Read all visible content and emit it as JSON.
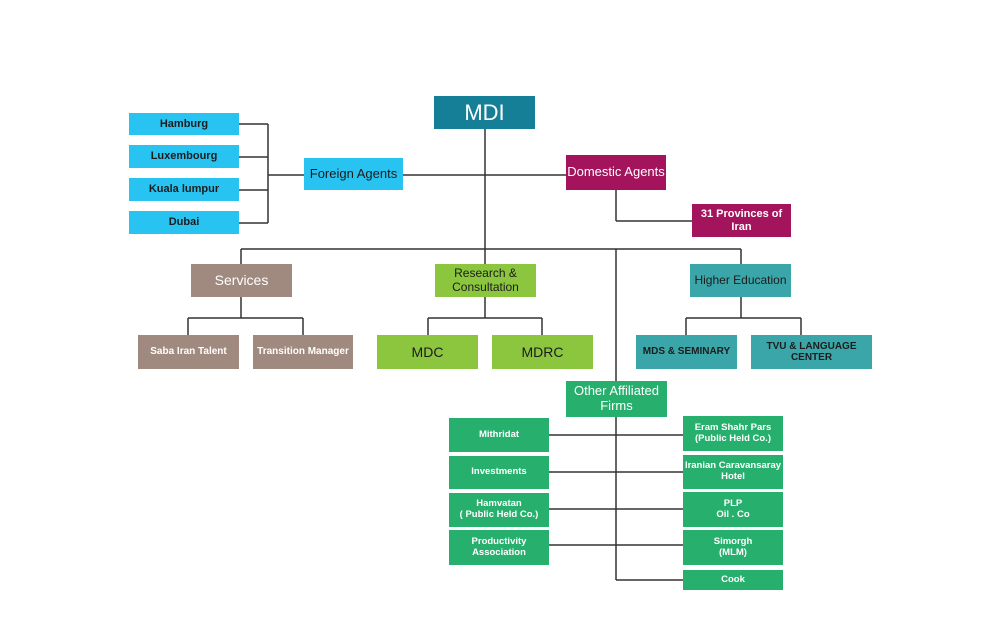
{
  "root": {
    "label": "MDI"
  },
  "foreign_agents": {
    "label": "Foreign Agents",
    "children": [
      "Hamburg",
      "Luxembourg",
      "Kuala lumpur",
      "Dubai"
    ]
  },
  "domestic_agents": {
    "label": "Domestic Agents",
    "children": [
      "31 Provinces of Iran"
    ]
  },
  "services": {
    "label": "Services",
    "children": [
      "Saba Iran Talent",
      "Transition Manager"
    ]
  },
  "research": {
    "label": "Research &\nConsultation",
    "children": [
      "MDC",
      "MDRC"
    ]
  },
  "higher_education": {
    "label": "Higher Education",
    "children": [
      "MDS & SEMINARY",
      "TVU & LANGUAGE CENTER"
    ]
  },
  "affiliated": {
    "label": "Other Affiliated\nFirms",
    "left": [
      "Mithridat",
      "Investments",
      "Hamvatan\n( Public Held Co.)",
      "Productivity\nAssociation"
    ],
    "right": [
      "Eram Shahr Pars\n(Public Held Co.)",
      "Iranian Caravansaray\nHotel",
      "PLP\nOil . Co",
      "Simorgh\n(MLM)",
      "Cook"
    ]
  },
  "colors": {
    "root": "#157f98",
    "foreign": "#29c3f2",
    "domestic": "#a4145c",
    "services": "#a08a7f",
    "research": "#8cc63f",
    "higher_education": "#3aa6a9",
    "affiliated": "#27b06d",
    "connector": "#333333"
  }
}
